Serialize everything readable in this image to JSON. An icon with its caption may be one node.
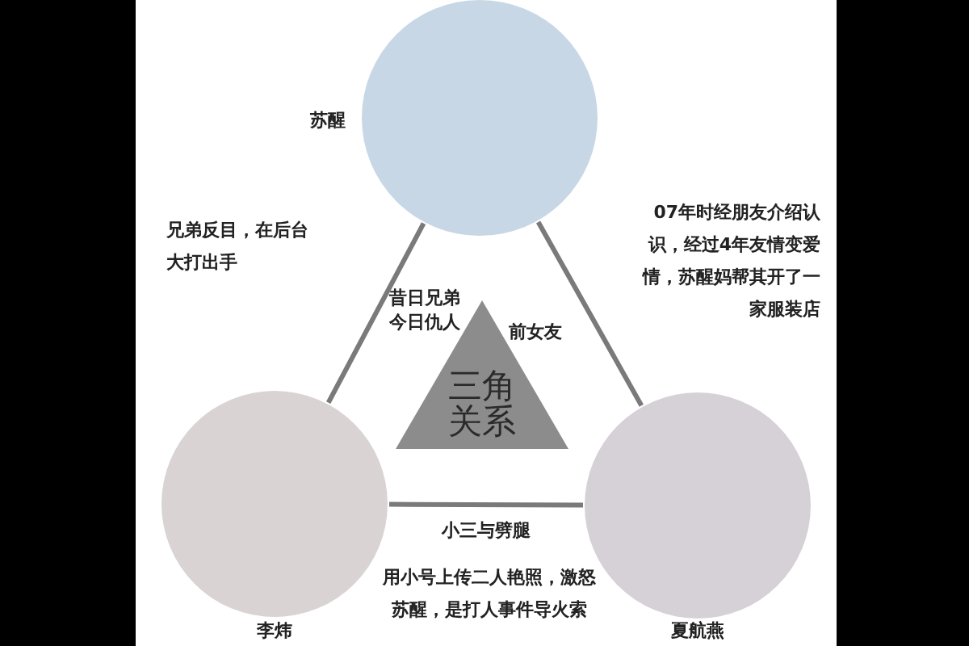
{
  "diagram": {
    "nodes": [
      {
        "text": [],
        "shape": "circle",
        "beside": [
          "苏醒"
        ]
      },
      {
        "text": [],
        "shape": "circle",
        "beside": [
          "李炜"
        ]
      },
      {
        "text": [],
        "shape": "circle",
        "beside": [
          "夏航燕"
        ]
      },
      {
        "text": [
          "三角关系"
        ]
      }
    ],
    "edges": [
      {
        "from": 0,
        "to": 1,
        "arrow": "none",
        "label": "昔日兄弟今日仇人"
      },
      {
        "from": 0,
        "to": 2,
        "arrow": "none",
        "label": "前女友"
      },
      {
        "from": 1,
        "to": 2,
        "arrow": "none",
        "label": "小三与劈腿"
      }
    ],
    "labels": [
      "兄弟反目，在后台大打出手",
      "07年时经朋友介绍认识，经过4年友情变爱情，苏醒妈帮其开了一家服装店",
      "用小号上传二人艳照，激怒苏醒，是打人事件导火索"
    ]
  }
}
